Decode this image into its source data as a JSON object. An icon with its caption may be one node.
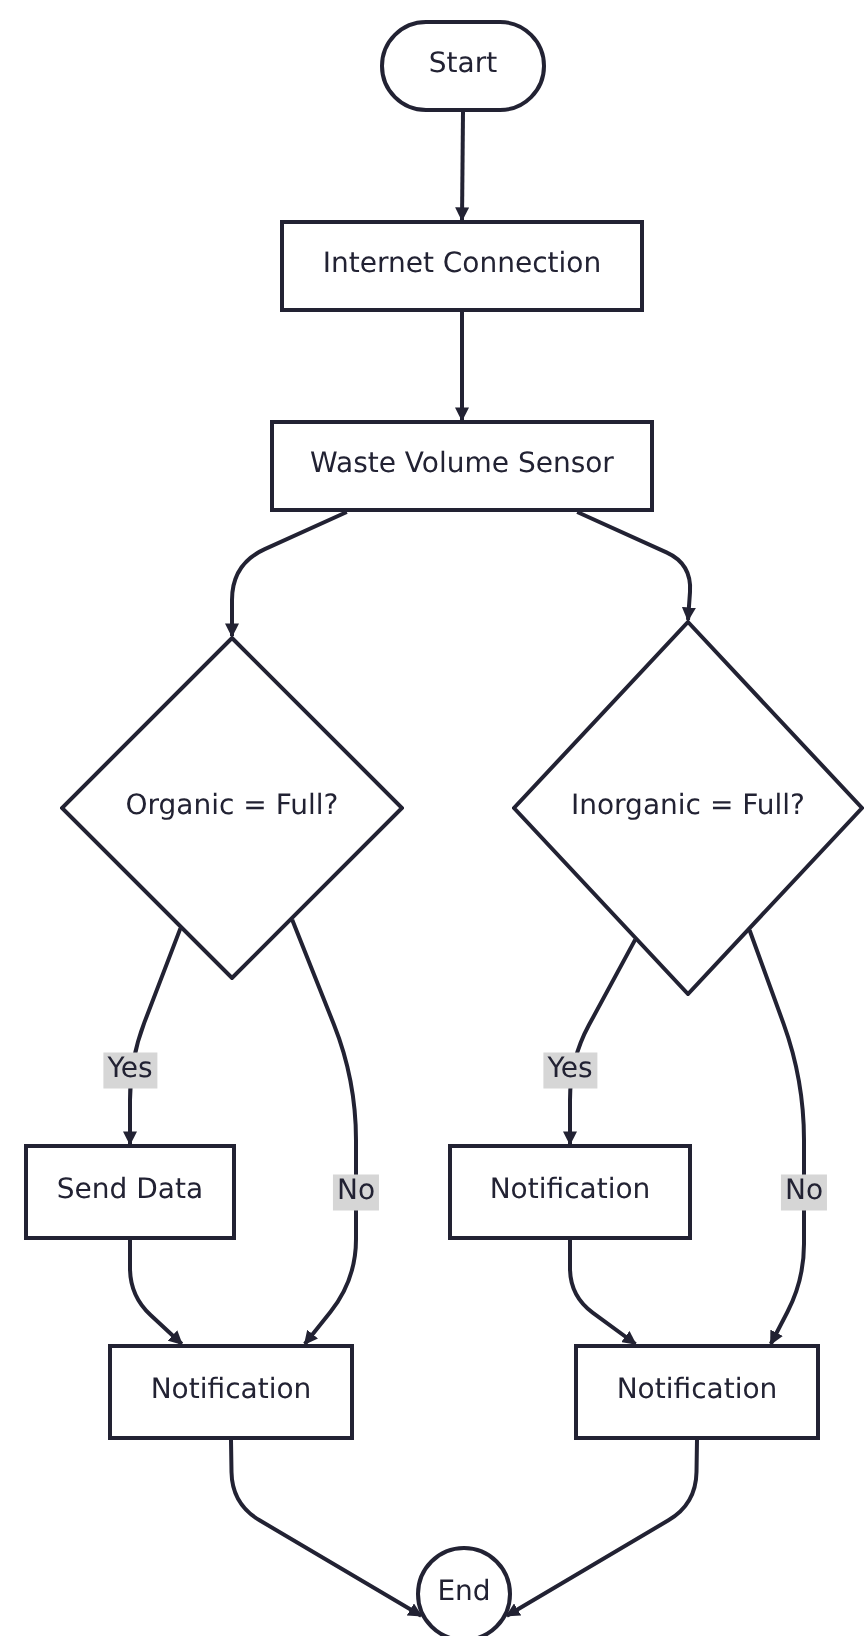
{
  "diagram": {
    "nodes": [
      {
        "text": [
          "Start"
        ]
      },
      {
        "text": [
          "Internet Connection"
        ]
      },
      {
        "text": [
          "Waste Volume Sensor"
        ]
      },
      {
        "text": [
          "Organic = Full?"
        ]
      },
      {
        "text": [
          "Inorganic = Full?"
        ]
      },
      {
        "text": [
          "Send Data"
        ]
      },
      {
        "text": [
          "Notification"
        ]
      },
      {
        "text": [
          "Notification"
        ]
      },
      {
        "text": [
          "Notification"
        ]
      },
      {
        "text": [
          "End"
        ]
      }
    ],
    "edges": [
      {
        "from": 0,
        "to": 1,
        "arrow": "to"
      },
      {
        "from": 1,
        "to": 2,
        "arrow": "to"
      },
      {
        "from": 2,
        "to": 3,
        "arrow": "to"
      },
      {
        "from": 2,
        "to": 4,
        "arrow": "to"
      },
      {
        "from": 3,
        "to": 5,
        "arrow": "to",
        "label": "Yes"
      },
      {
        "from": 3,
        "to": 7,
        "arrow": "to",
        "label": "No"
      },
      {
        "from": 4,
        "to": 6,
        "arrow": "to",
        "label": "Yes"
      },
      {
        "from": 4,
        "to": 8,
        "arrow": "to",
        "label": "No"
      },
      {
        "from": 5,
        "to": 7,
        "arrow": "to"
      },
      {
        "from": 6,
        "to": 8,
        "arrow": "to"
      },
      {
        "from": 7,
        "to": 9,
        "arrow": "to"
      },
      {
        "from": 8,
        "to": 9,
        "arrow": "to"
      }
    ]
  }
}
